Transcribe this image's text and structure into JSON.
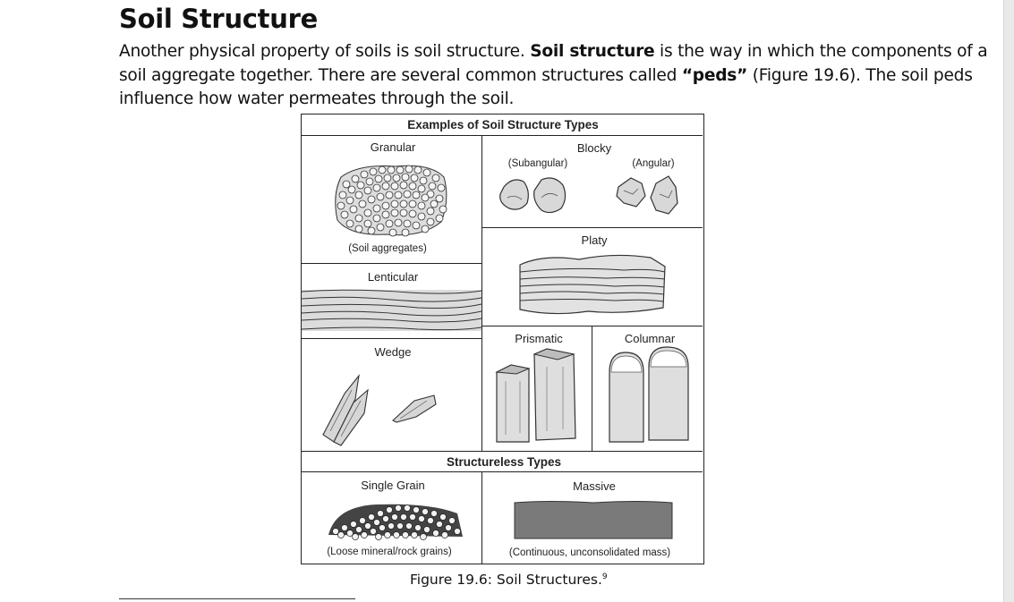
{
  "section": {
    "title": "Soil Structure",
    "para_1": "Another physical property of soils is soil structure. ",
    "term": "Soil structure",
    "para_2": " is the way in which the components of a soil aggregate together. There are several common structures called ",
    "peds": "“peds”",
    "para_3": " (Figure 19.6). The soil peds influence how water permeates through the soil."
  },
  "figure": {
    "header": "Examples of Soil Structure Types",
    "granular": "Granular",
    "granular_note": "(Soil aggregates)",
    "blocky": "Blocky",
    "subangular": "(Subangular)",
    "angular": "(Angular)",
    "platy": "Platy",
    "lenticular": "Lenticular",
    "wedge": "Wedge",
    "prismatic": "Prismatic",
    "columnar": "Columnar",
    "structureless_header": "Structureless Types",
    "single_grain": "Single Grain",
    "single_grain_note": "(Loose mineral/rock grains)",
    "massive": "Massive",
    "massive_note": "(Continuous, unconsolidated mass)",
    "caption": "Figure 19.6: Soil Structures.",
    "footnote_ref": "9"
  }
}
